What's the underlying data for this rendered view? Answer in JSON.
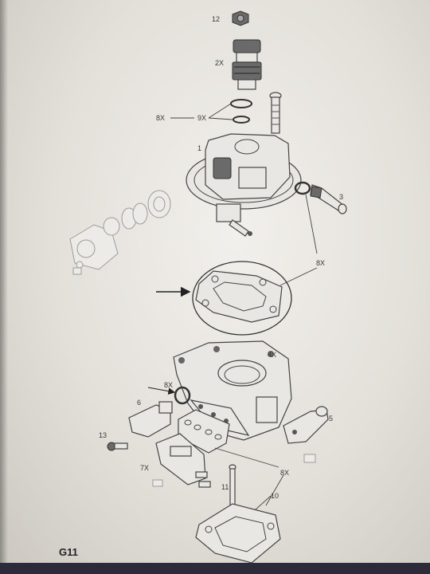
{
  "page": {
    "code": "G11"
  },
  "labels": {
    "p12": "12",
    "p2": "2X",
    "p8a": "8X",
    "p9": "9X",
    "p1": "1",
    "p3": "3",
    "p8b": "8X",
    "p4": "4X",
    "p8c": "8X",
    "p6": "6",
    "p5": "5",
    "p13": "13",
    "p7": "7X",
    "p8d": "8X",
    "p11": "11",
    "p10": "10"
  }
}
